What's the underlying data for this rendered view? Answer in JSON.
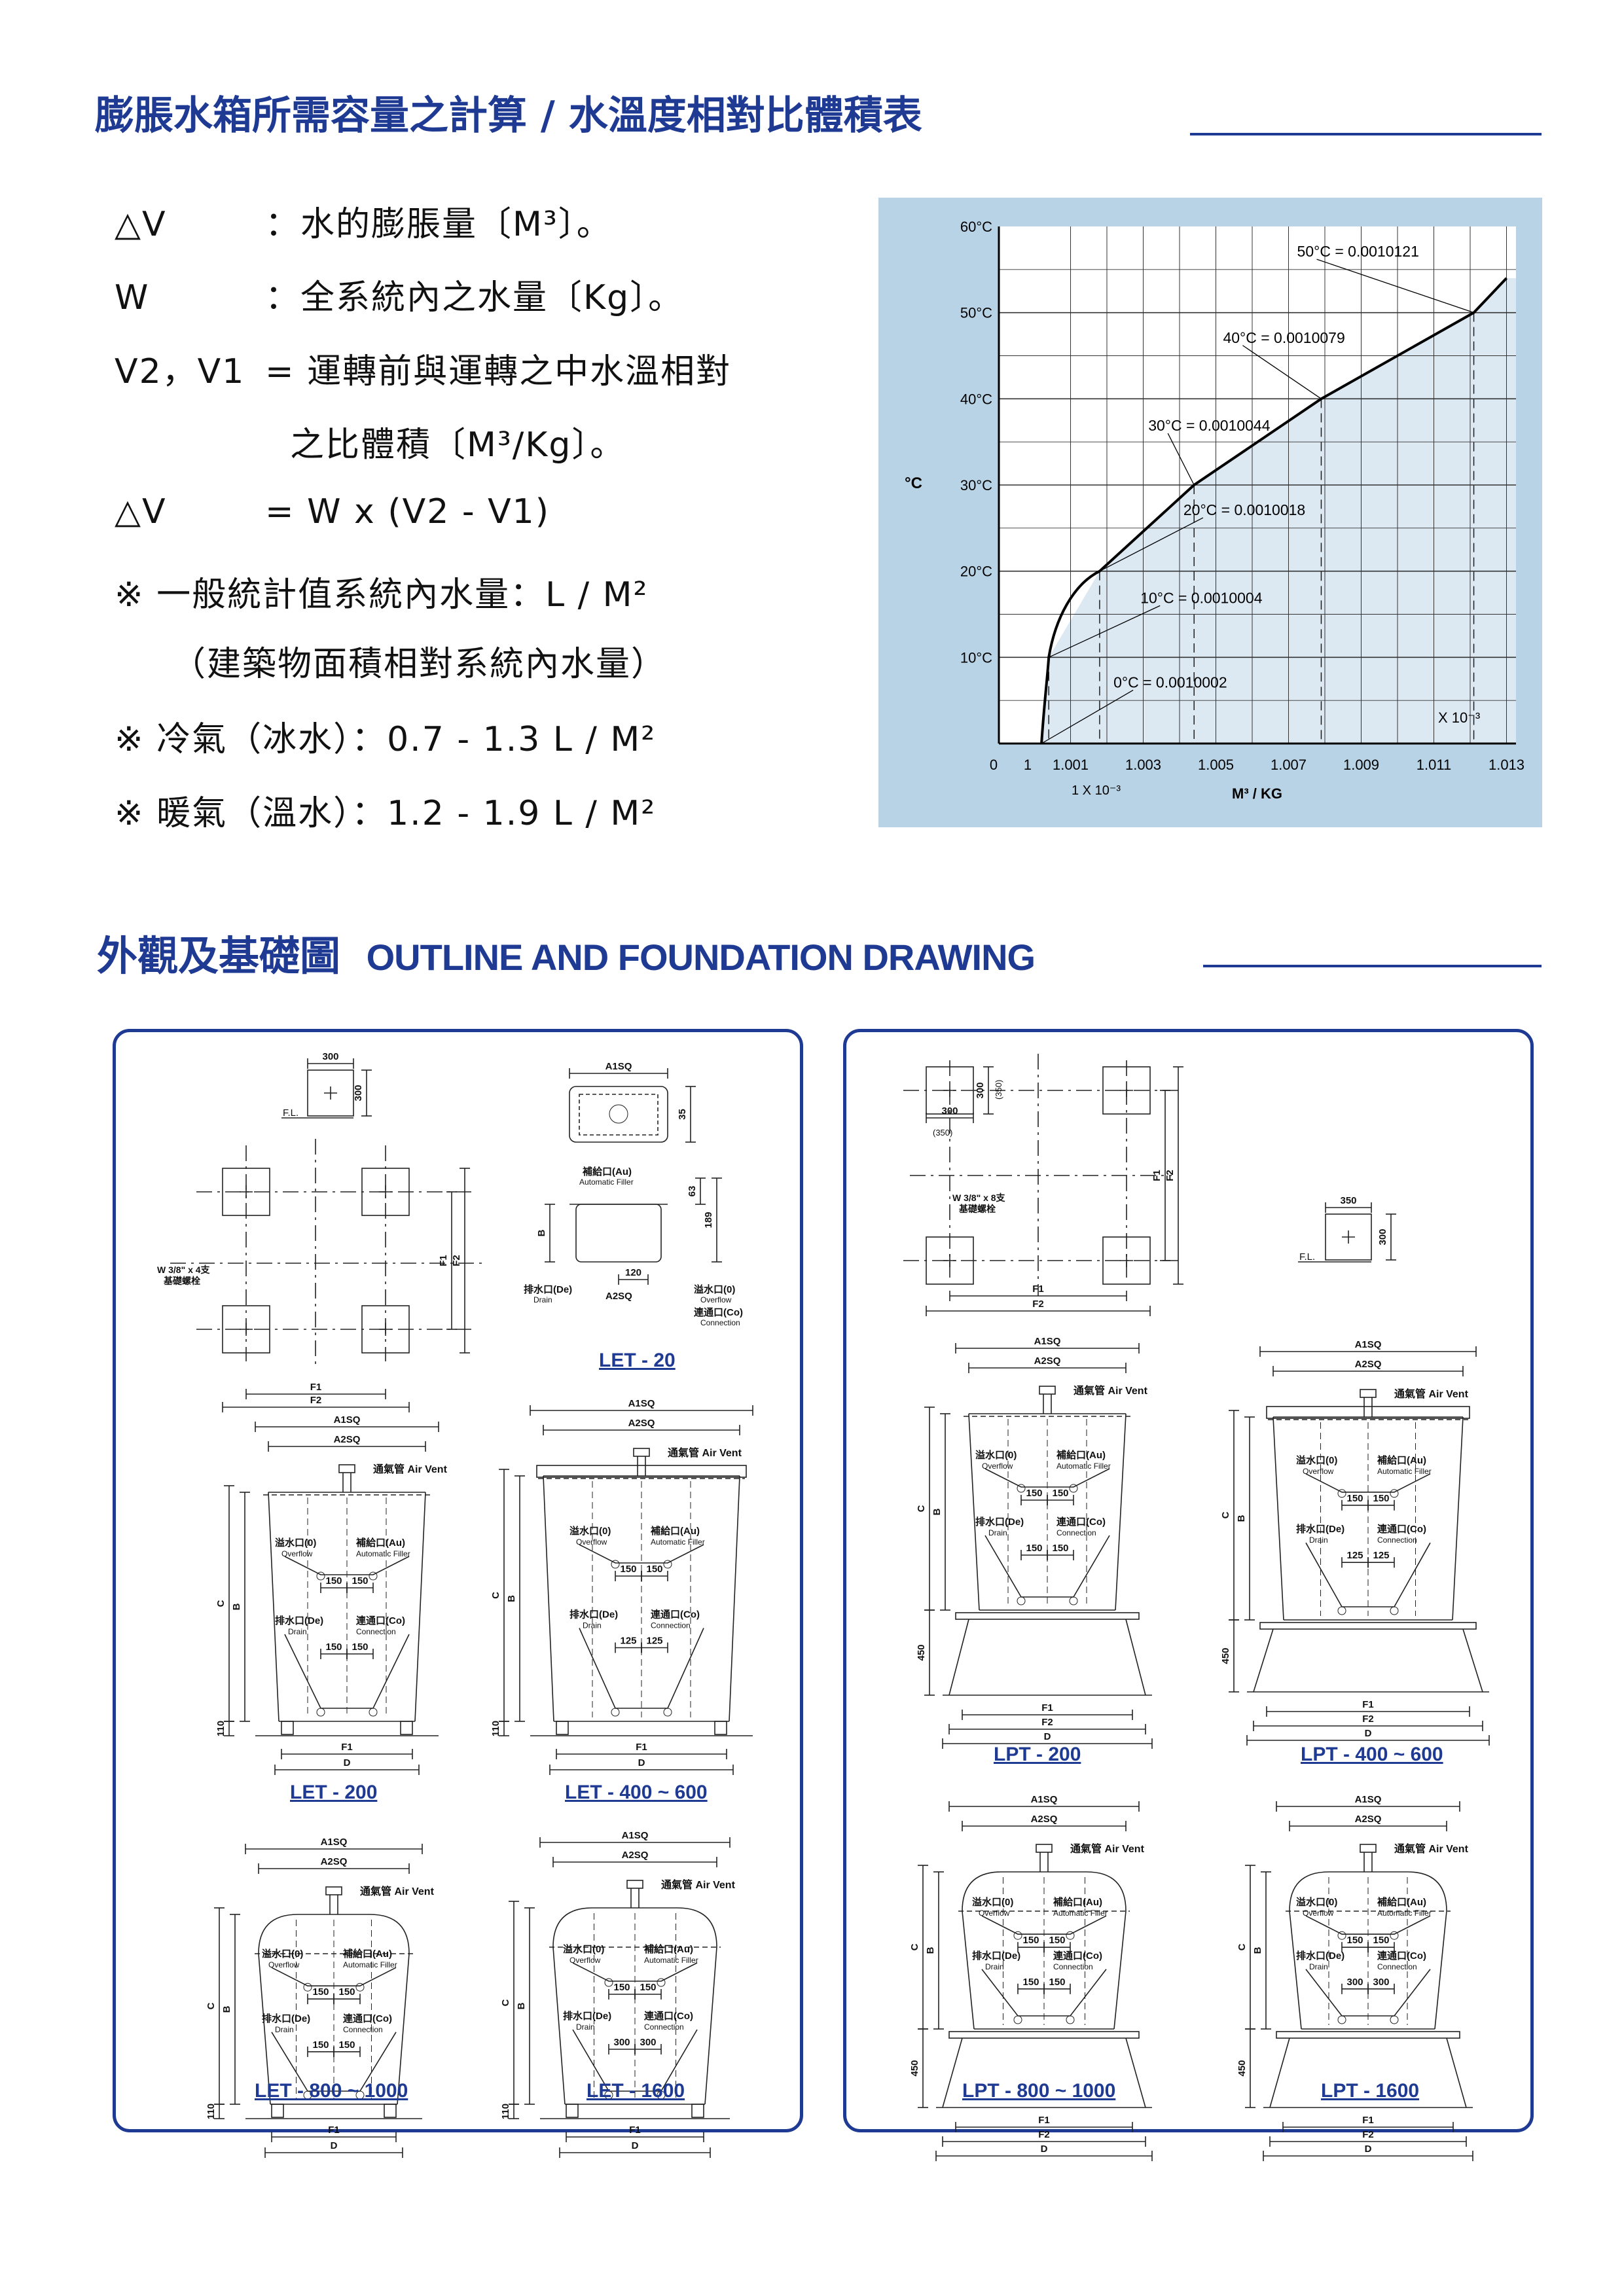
{
  "headings": {
    "calc_title": "膨脹水箱所需容量之計算 / 水溫度相對比體積表",
    "outline_title_cn": "外觀及基礎圖",
    "outline_title_en": "OUTLINE AND FOUNDATION DRAWING"
  },
  "formulas": [
    {
      "label": "△V",
      "text": "：水的膨脹量〔M³〕。"
    },
    {
      "label": "W",
      "text": "：全系統內之水量〔Kg〕。"
    },
    {
      "label": "V2，V1",
      "text": "= 運轉前與運轉之中水溫相對"
    },
    {
      "label": "",
      "text": "之比體積〔M³/Kg〕。"
    },
    {
      "label": "△V",
      "text": "= W x (V2 - V1)"
    },
    {
      "label": "",
      "text": "※ 一般統計值系統內水量：L / M²"
    },
    {
      "label": "",
      "text": "（建築物面積相對系統內水量）"
    },
    {
      "label": "",
      "text": "※ 冷氣（冰水）：0.7 - 1.3 L / M²"
    },
    {
      "label": "",
      "text": "※ 暖氣（溫水）：1.2 - 1.9 L / M²"
    }
  ],
  "chart_data": {
    "type": "line",
    "title": "",
    "xlabel": "M³ / KG",
    "ylabel": "°C",
    "x_multiplier_label": "X 10⁻³",
    "x_min_label": "1 X 10⁻³",
    "x_ticks": [
      "0",
      "1",
      "1.001",
      "1.003",
      "1.005",
      "1.007",
      "1.009",
      "1.011",
      "1.013"
    ],
    "y_ticks": [
      "10°C",
      "20°C",
      "30°C",
      "40°C",
      "50°C",
      "60°C"
    ],
    "ylim": [
      0,
      60
    ],
    "grid": true,
    "series": [
      {
        "x": [
          1.0002,
          1.0004,
          1.0018,
          1.0044,
          1.0079,
          1.0121,
          1.013
        ],
        "y": [
          0,
          10,
          20,
          30,
          40,
          50,
          54
        ]
      }
    ],
    "annotations": [
      {
        "text": "0°C = 0.0010002",
        "x": 1.0002,
        "y": 0
      },
      {
        "text": "10°C = 0.0010004",
        "x": 1.0004,
        "y": 10
      },
      {
        "text": "20°C = 0.0010018",
        "x": 1.0018,
        "y": 20
      },
      {
        "text": "30°C = 0.0010044",
        "x": 1.0044,
        "y": 30
      },
      {
        "text": "40°C = 0.0010079",
        "x": 1.0079,
        "y": 40
      },
      {
        "text": "50°C = 0.0010121",
        "x": 1.0121,
        "y": 50
      }
    ],
    "colors": {
      "background": "#b9d3e6",
      "plot": "#ffffff",
      "line": "#000000"
    }
  },
  "drawings": {
    "labels": {
      "a1sq": "A1SQ",
      "a2sq": "A2SQ",
      "fl": "F.L.",
      "f1": "F1",
      "f2": "F2",
      "d": "D",
      "c": "C",
      "b": "B",
      "air_vent": "通氣管 Air Vent",
      "overflow": "溢水口(0) Overflow",
      "filler": "補給口(Au) Automatic Filler",
      "drain": "排水口(De) Drain",
      "connection": "連通口(Co) Connection",
      "bolt4": "W 3/8\" x 4支 基礎螺栓",
      "bolt8": "W 3/8\" x 8支 基礎螺栓",
      "d300": "300",
      "d350": "(350)",
      "d350b": "350",
      "d110": "110",
      "d450": "450",
      "d150": "150",
      "d125": "125",
      "d120": "120",
      "d35": "35",
      "d63": "63",
      "d189": "189"
    },
    "models": {
      "let20": "LET - 20",
      "let200": "LET - 200",
      "let400": "LET - 400 ~ 600",
      "let800": "LET - 800 ~ 1000",
      "let1600": "LET - 1600",
      "lpt200": "LPT - 200",
      "lpt400": "LPT - 400 ~ 600",
      "lpt800": "LPT - 800 ~ 1000",
      "lpt1600": "LPT - 1600"
    }
  }
}
